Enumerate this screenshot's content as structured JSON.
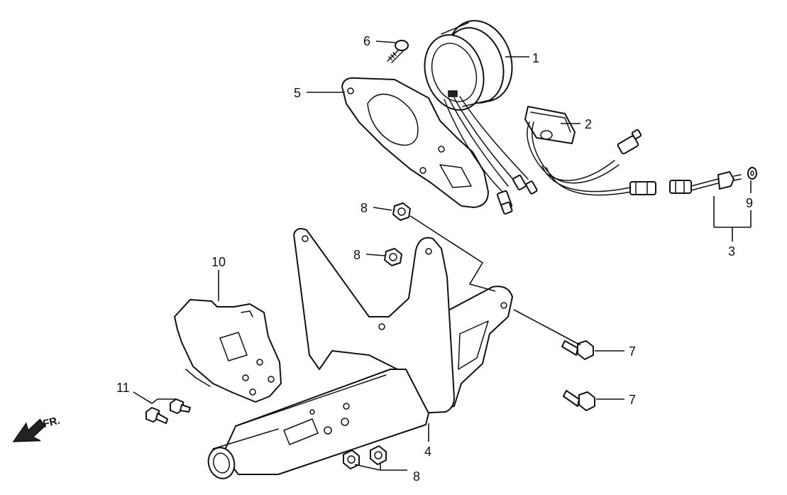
{
  "callouts": {
    "c1": "1",
    "c2": "2",
    "c3": "3",
    "c4": "4",
    "c5": "5",
    "c6": "6",
    "c7a": "7",
    "c7b": "7",
    "c8a": "8",
    "c8b": "8",
    "c8c": "8",
    "c9": "9",
    "c10": "10",
    "c11": "11"
  },
  "direction_label": "FR.",
  "line_color": "#111111",
  "background_color": "#ffffff"
}
